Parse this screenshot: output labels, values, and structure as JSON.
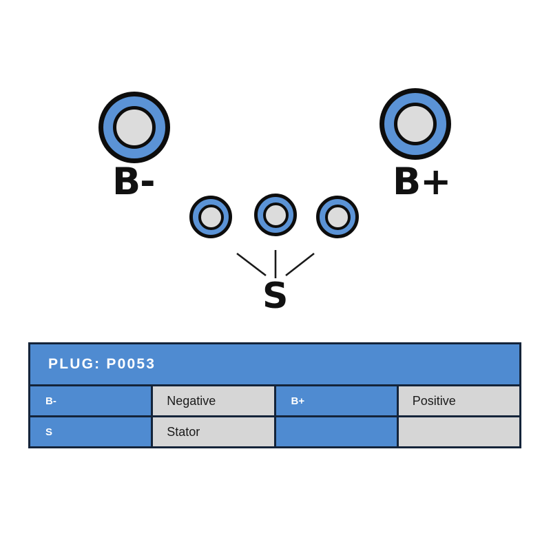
{
  "diagram": {
    "title_hidden": "",
    "terminals": [
      {
        "id": "B-",
        "label": "B-",
        "size": "large",
        "position": "upper-left"
      },
      {
        "id": "B+",
        "label": "B+",
        "size": "large",
        "position": "upper-right"
      },
      {
        "id": "S1",
        "label": "",
        "size": "small",
        "position": "center-left"
      },
      {
        "id": "S2",
        "label": "",
        "size": "small",
        "position": "center"
      },
      {
        "id": "S3",
        "label": "",
        "size": "small",
        "position": "center-right"
      }
    ],
    "labels": {
      "bminus": "B-",
      "bplus": "B+",
      "stator": "S"
    },
    "colors": {
      "ring_blue": "#5B93D6",
      "ring_outline": "#0D0D0D",
      "core_gray": "#DCDCDC",
      "label_text": "#111111",
      "leader_line": "#1A1A1A"
    }
  },
  "table": {
    "header": "PLUG: P0053",
    "rows": [
      {
        "key_left": "B-",
        "value_left": "Negative",
        "key_right": "B+",
        "value_right": "Positive"
      },
      {
        "key_left": "S",
        "value_left": "Stator",
        "key_right": "",
        "value_right": ""
      }
    ],
    "colors": {
      "header_bg": "#4F8BD1",
      "key_bg": "#4F8BD1",
      "value_bg": "#D6D6D6",
      "border": "#14243A",
      "header_text": "#FFFFFF",
      "value_text": "#1A1A1A"
    }
  }
}
